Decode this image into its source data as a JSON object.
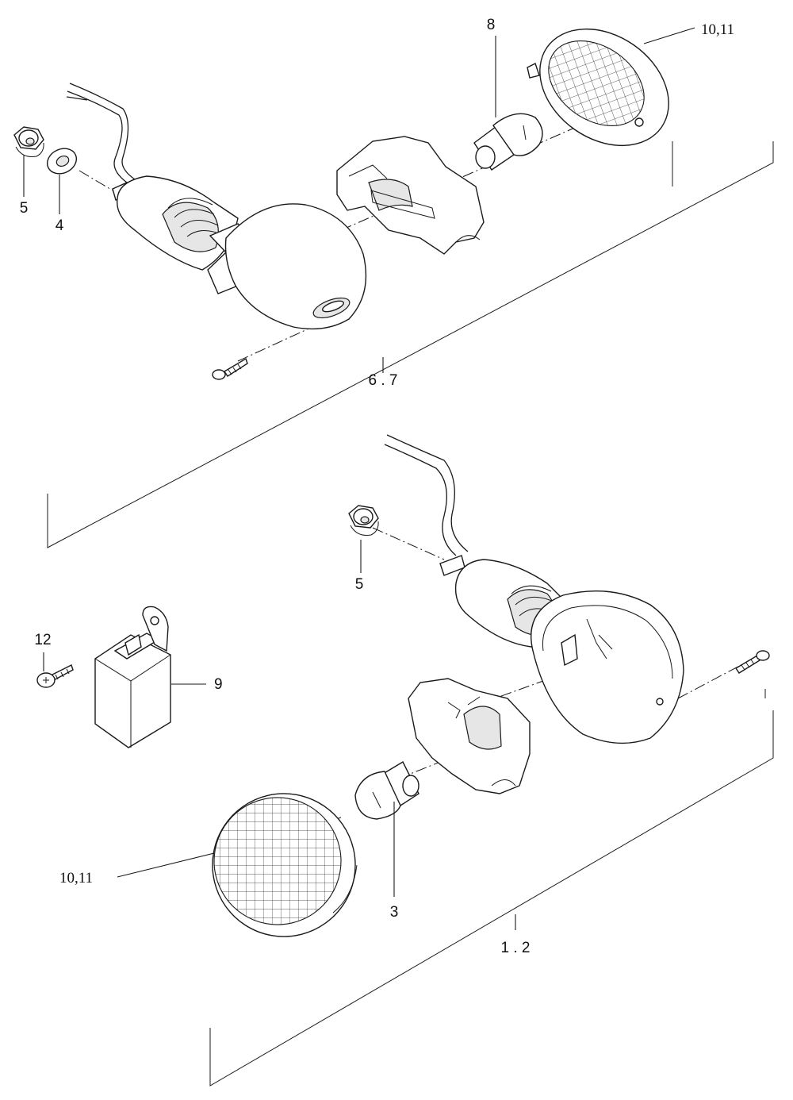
{
  "labels": {
    "part_3": "3",
    "part_4": "4",
    "part_5_top": "5",
    "part_5_bottom": "5",
    "part_8": "8",
    "part_9": "9",
    "part_12": "12",
    "part_10_11_top": "10,11",
    "part_10_11_bottom": "10,11",
    "assembly_top": "6 . 7",
    "assembly_bottom": "1 . 2"
  }
}
